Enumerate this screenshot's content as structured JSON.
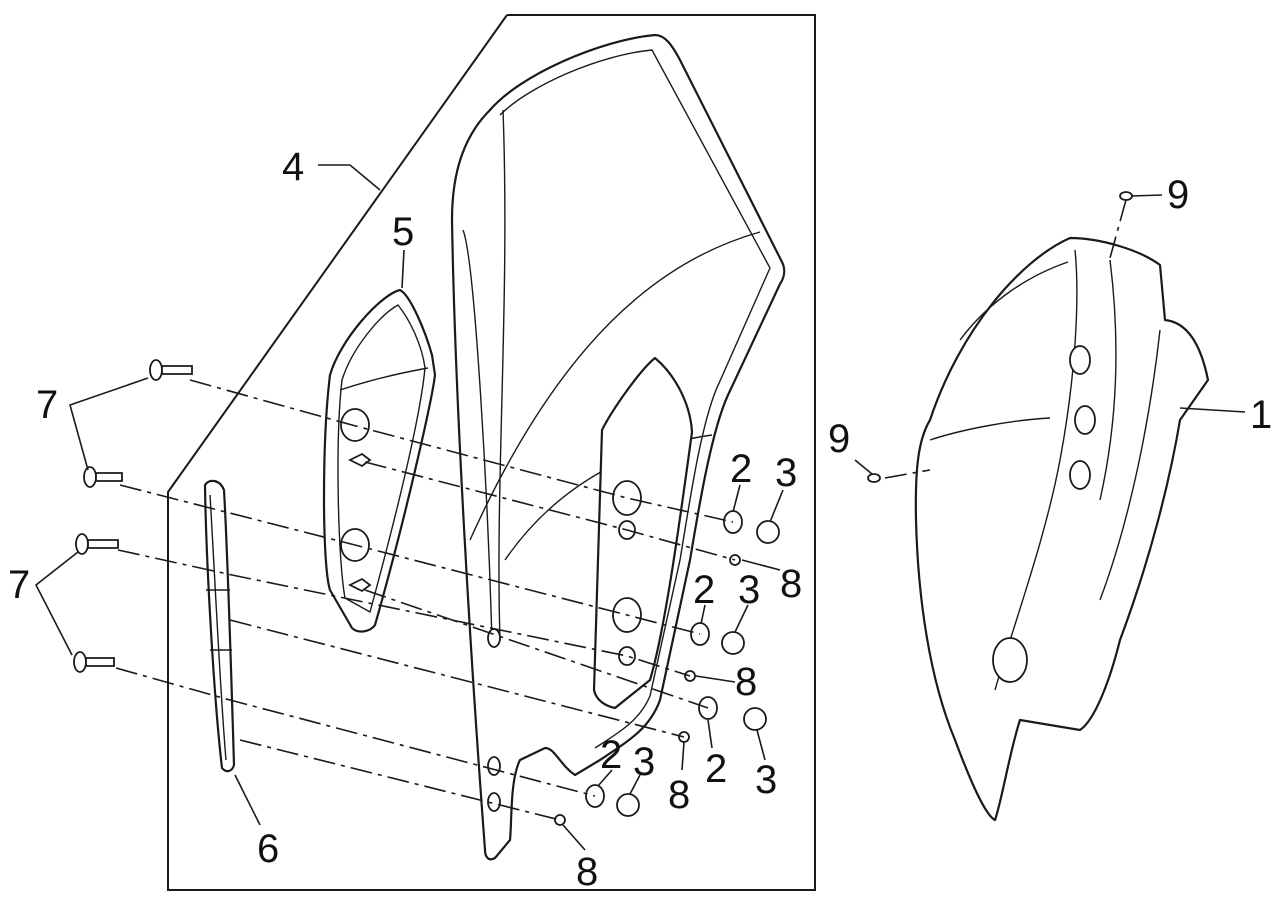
{
  "callouts": [
    {
      "id": "c1",
      "text": "1"
    },
    {
      "id": "c2a",
      "text": "2"
    },
    {
      "id": "c2b",
      "text": "2"
    },
    {
      "id": "c2c",
      "text": "2"
    },
    {
      "id": "c2d",
      "text": "2"
    },
    {
      "id": "c3a",
      "text": "3"
    },
    {
      "id": "c3b",
      "text": "3"
    },
    {
      "id": "c3c",
      "text": "3"
    },
    {
      "id": "c3d",
      "text": "3"
    },
    {
      "id": "c4",
      "text": "4"
    },
    {
      "id": "c5",
      "text": "5"
    },
    {
      "id": "c6",
      "text": "6"
    },
    {
      "id": "c7a",
      "text": "7"
    },
    {
      "id": "c7b",
      "text": "7"
    },
    {
      "id": "c8a",
      "text": "8"
    },
    {
      "id": "c8b",
      "text": "8"
    },
    {
      "id": "c8c",
      "text": "8"
    },
    {
      "id": "c8d",
      "text": "8"
    },
    {
      "id": "c9a",
      "text": "9"
    },
    {
      "id": "c9b",
      "text": "9"
    }
  ],
  "colors": {
    "line": "#1a1a1a",
    "background": "#ffffff"
  }
}
